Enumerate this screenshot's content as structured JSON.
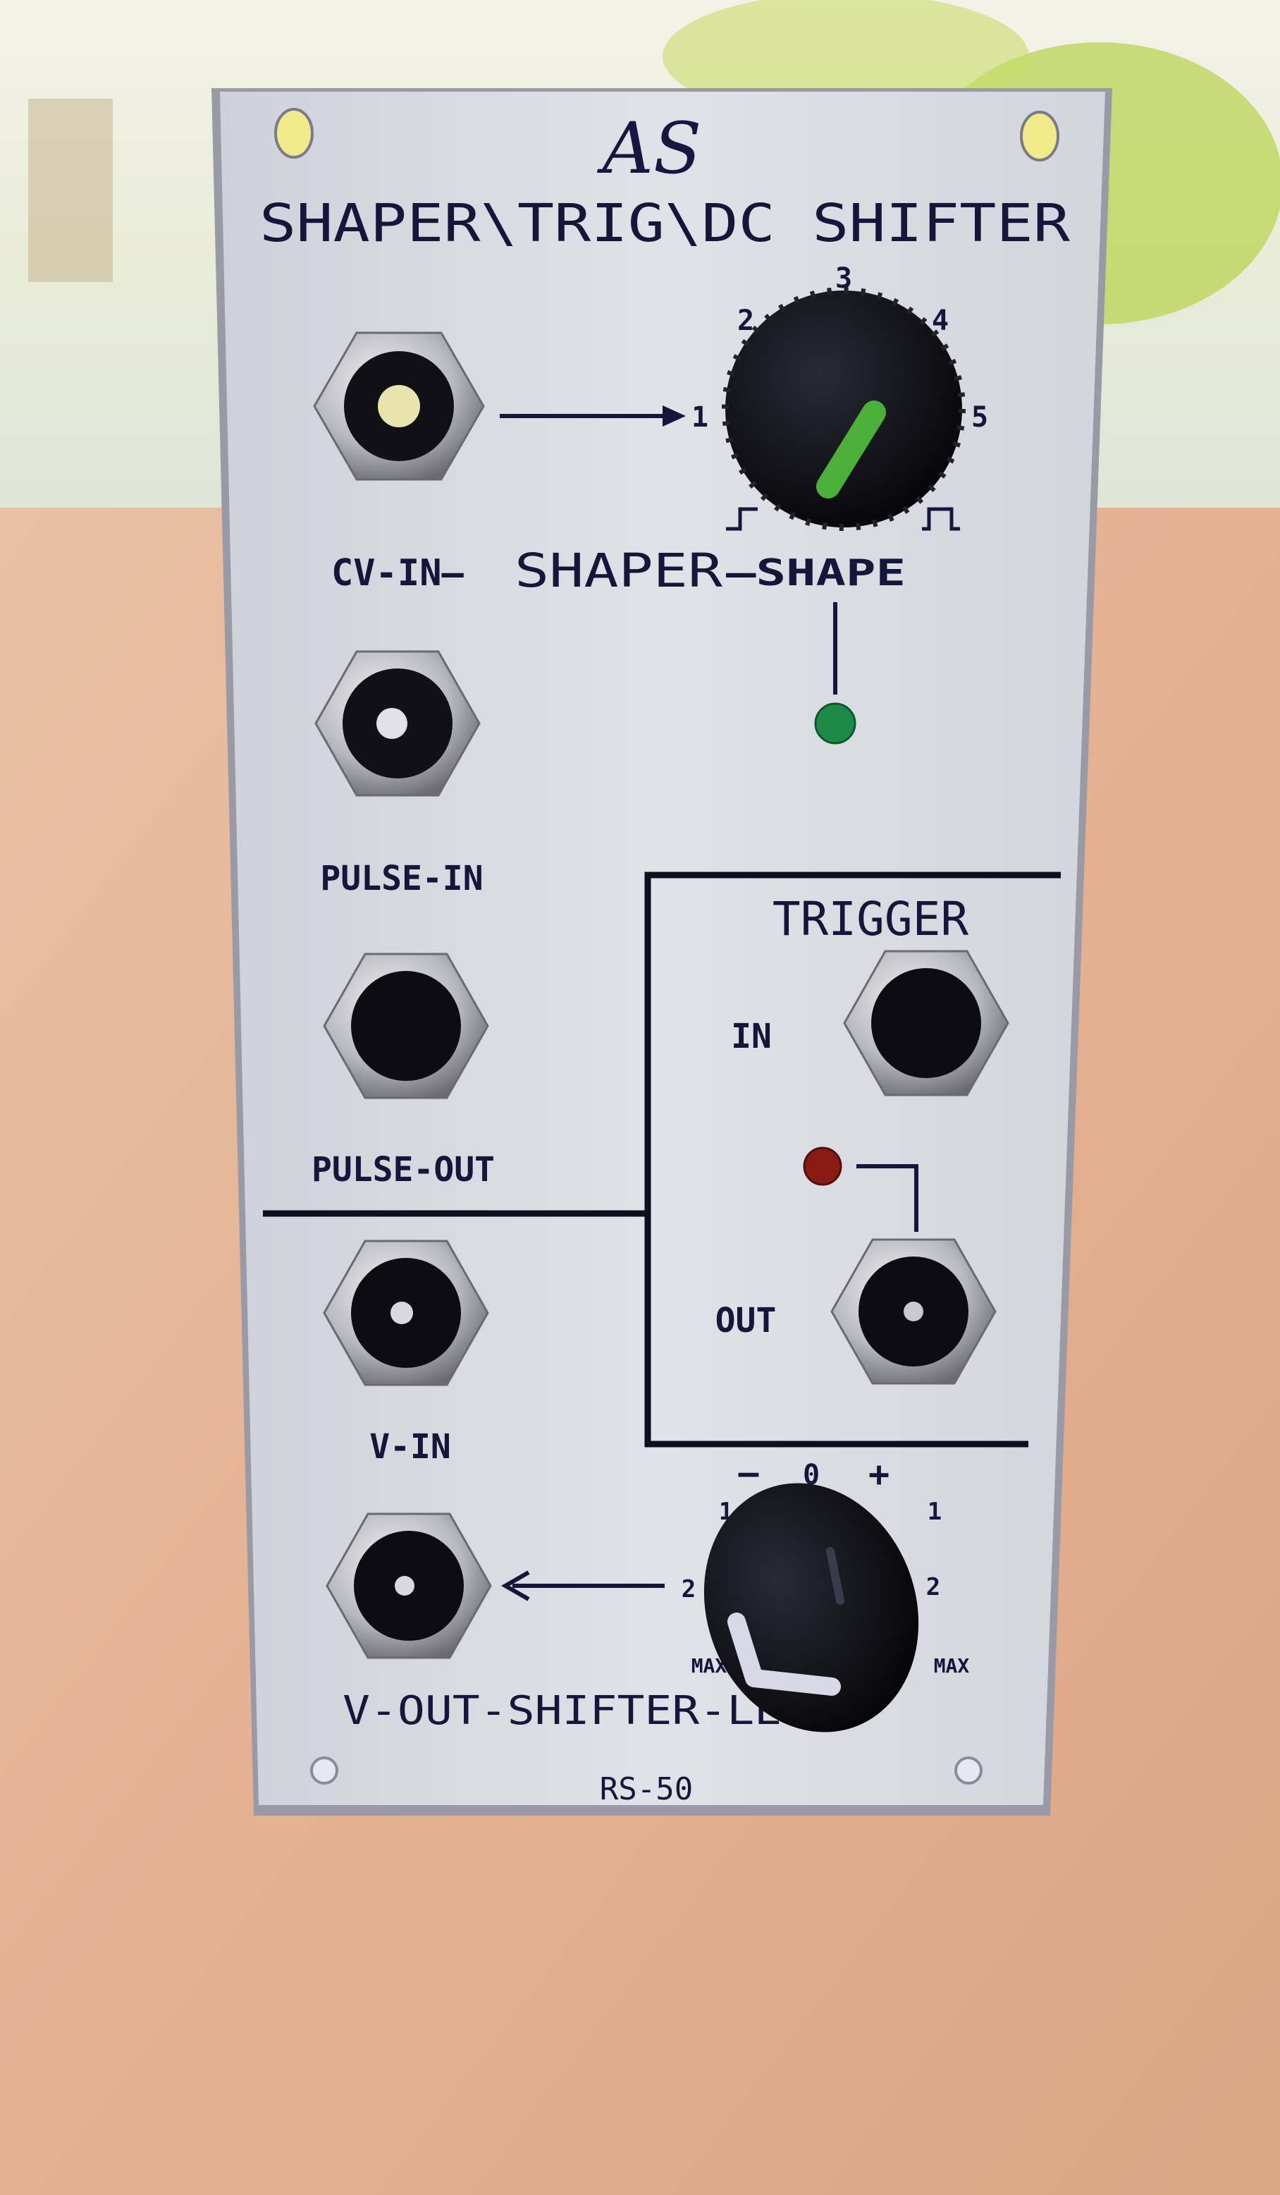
{
  "module": {
    "logo": "AS",
    "title": "SHAPER\\TRIG\\DC SHIFTER",
    "model": "RS-50",
    "panel_color": "#d9dbe2",
    "ink_color": "#16163a"
  },
  "shaper": {
    "cv_in_label": "CV-IN–",
    "shaper_label": "SHAPER",
    "shape_label": "–SHAPE",
    "knob_scale": [
      "1",
      "2",
      "3",
      "4",
      "5"
    ],
    "knob_cap_color": "#0c0c14",
    "knob_pointer_color": "#4caf3a",
    "led_color": "#1e8a4a",
    "pulse_in_label": "PULSE-IN",
    "pulse_out_label": "PULSE-OUT"
  },
  "trigger": {
    "title": "TRIGGER",
    "in_label": "IN",
    "out_label": "OUT",
    "led_color": "#8a1a14"
  },
  "shifter": {
    "v_in_label": "V-IN",
    "bottom_label": "V-OUT-SHIFTER-LEVEL",
    "scale_minus": "–",
    "scale_zero": "0",
    "scale_plus": "+",
    "scale_left_1": "1",
    "scale_right_1": "1",
    "scale_left_2": "2",
    "scale_right_2": "2",
    "scale_left_max": "MAX",
    "scale_right_max": "MAX"
  }
}
